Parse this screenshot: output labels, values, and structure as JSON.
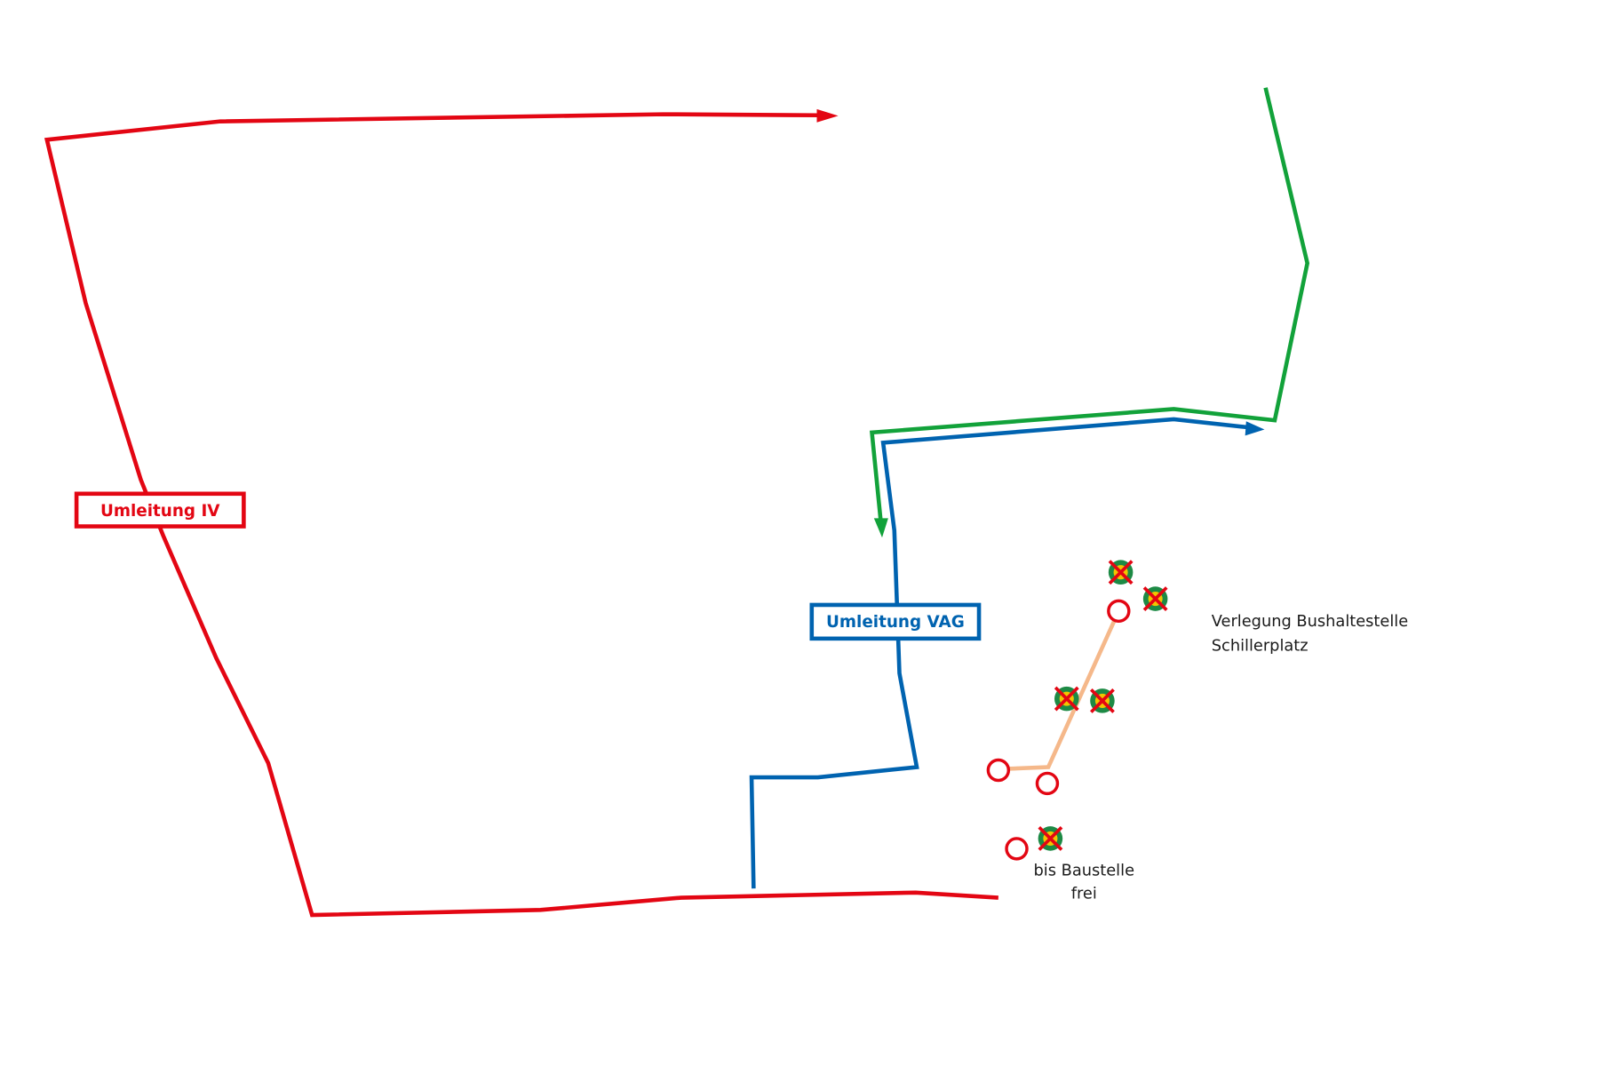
{
  "colors": {
    "detour_iv": "#e30613",
    "detour_vag": "#0063b0",
    "green_route": "#12a23a",
    "stop_link": "#f5b88a",
    "stop_ring": "#e30613",
    "removed_stop_outer": "#1d8a45",
    "removed_stop_inner": "#f2c500",
    "removed_stop_cross": "#e30613",
    "text": "#1a1a1a"
  },
  "labels": {
    "detour_iv": "Umleitung IV",
    "detour_vag": "Umleitung VAG"
  },
  "notes": {
    "relocation_line1": "Verlegung Bushaltestelle",
    "relocation_line2": "Schillerplatz",
    "construction_line1": "bis Baustelle",
    "construction_line2": "frei"
  },
  "legend_icons": {
    "new_stop": "bus-stop-ring-icon",
    "removed_stop": "removed-bus-stop-icon",
    "arrow": "direction-arrow-icon"
  }
}
